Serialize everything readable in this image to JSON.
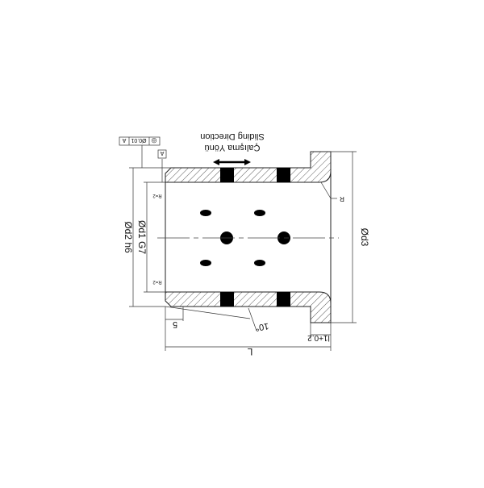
{
  "drawing": {
    "orientation": "rotated 180°",
    "direction_label_tr": "Çalışma Yönü",
    "direction_label_en": "Sliding Direction",
    "dim_d2": "Ød2 h6",
    "dim_d1": "Ød1 G7",
    "dim_d3": "Ød3",
    "dim_L": "L",
    "dim_l1": "l1+0.2",
    "dim_5": "5",
    "dim_angle": "10°",
    "radius_label": "R",
    "chamfer_label_top": "R=2",
    "chamfer_label_bottom": "R=2",
    "gdt_symbol": "◎",
    "gdt_tolerance": "Ø0.01",
    "gdt_datum": "A",
    "datum_label": "A"
  }
}
